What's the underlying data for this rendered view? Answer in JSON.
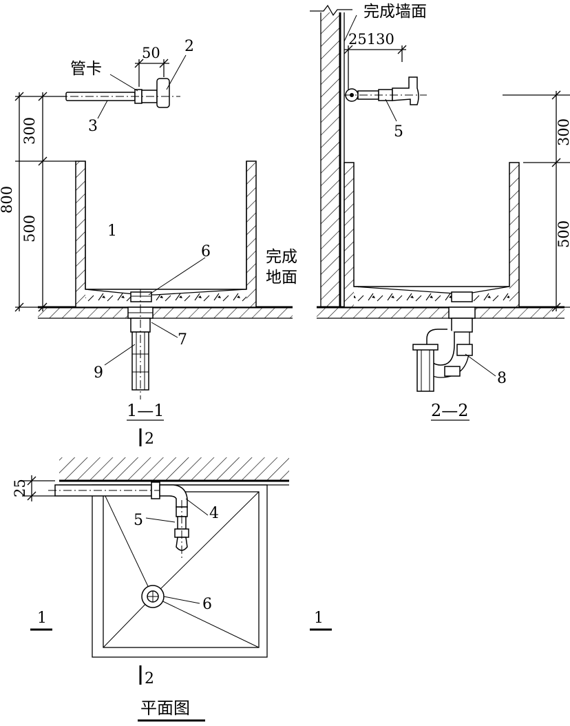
{
  "callouts": {
    "n1": "1",
    "n2": "2",
    "n3": "3",
    "n4": "4",
    "n5": "5",
    "n6": "6",
    "n7": "7",
    "n8": "8",
    "n9": "9"
  },
  "labels": {
    "pipe_clamp": "管卡",
    "finished_wall": "完成墙面",
    "finished_floor_line1": "完成",
    "finished_floor_line2": "地面"
  },
  "dimensions": {
    "d50": "50",
    "d25_130": "25130",
    "d300": "300",
    "d500": "500",
    "d800": "800",
    "d25": "25"
  },
  "section_marks": {
    "s11": "1—1",
    "s22": "2—2",
    "mark1": "1",
    "mark2": "2",
    "plan": "平面图"
  }
}
